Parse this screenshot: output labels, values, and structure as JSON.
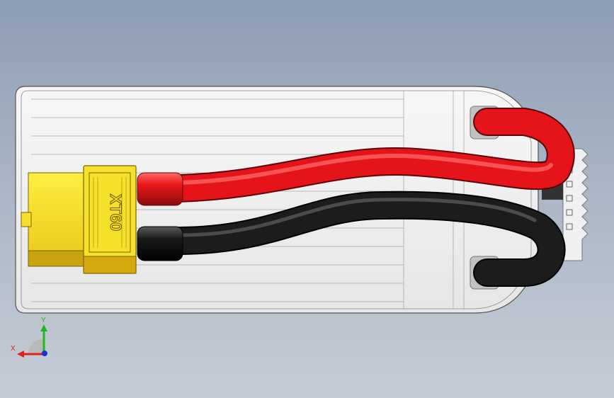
{
  "viewport": {
    "background_top": "#8d9db4",
    "background_bottom": "#c6ccd6"
  },
  "model": {
    "connector_label": "XT60",
    "connector_color": "#f5e02a",
    "positive_wire_color": "#e0131a",
    "negative_wire_color": "#141414",
    "balance_plug_color": "#eef0f2"
  },
  "triad": {
    "x_label": "X",
    "y_label": "Y",
    "x_color": "#e0201a",
    "y_color": "#1fb81f",
    "z_color": "#1a2fd0"
  }
}
